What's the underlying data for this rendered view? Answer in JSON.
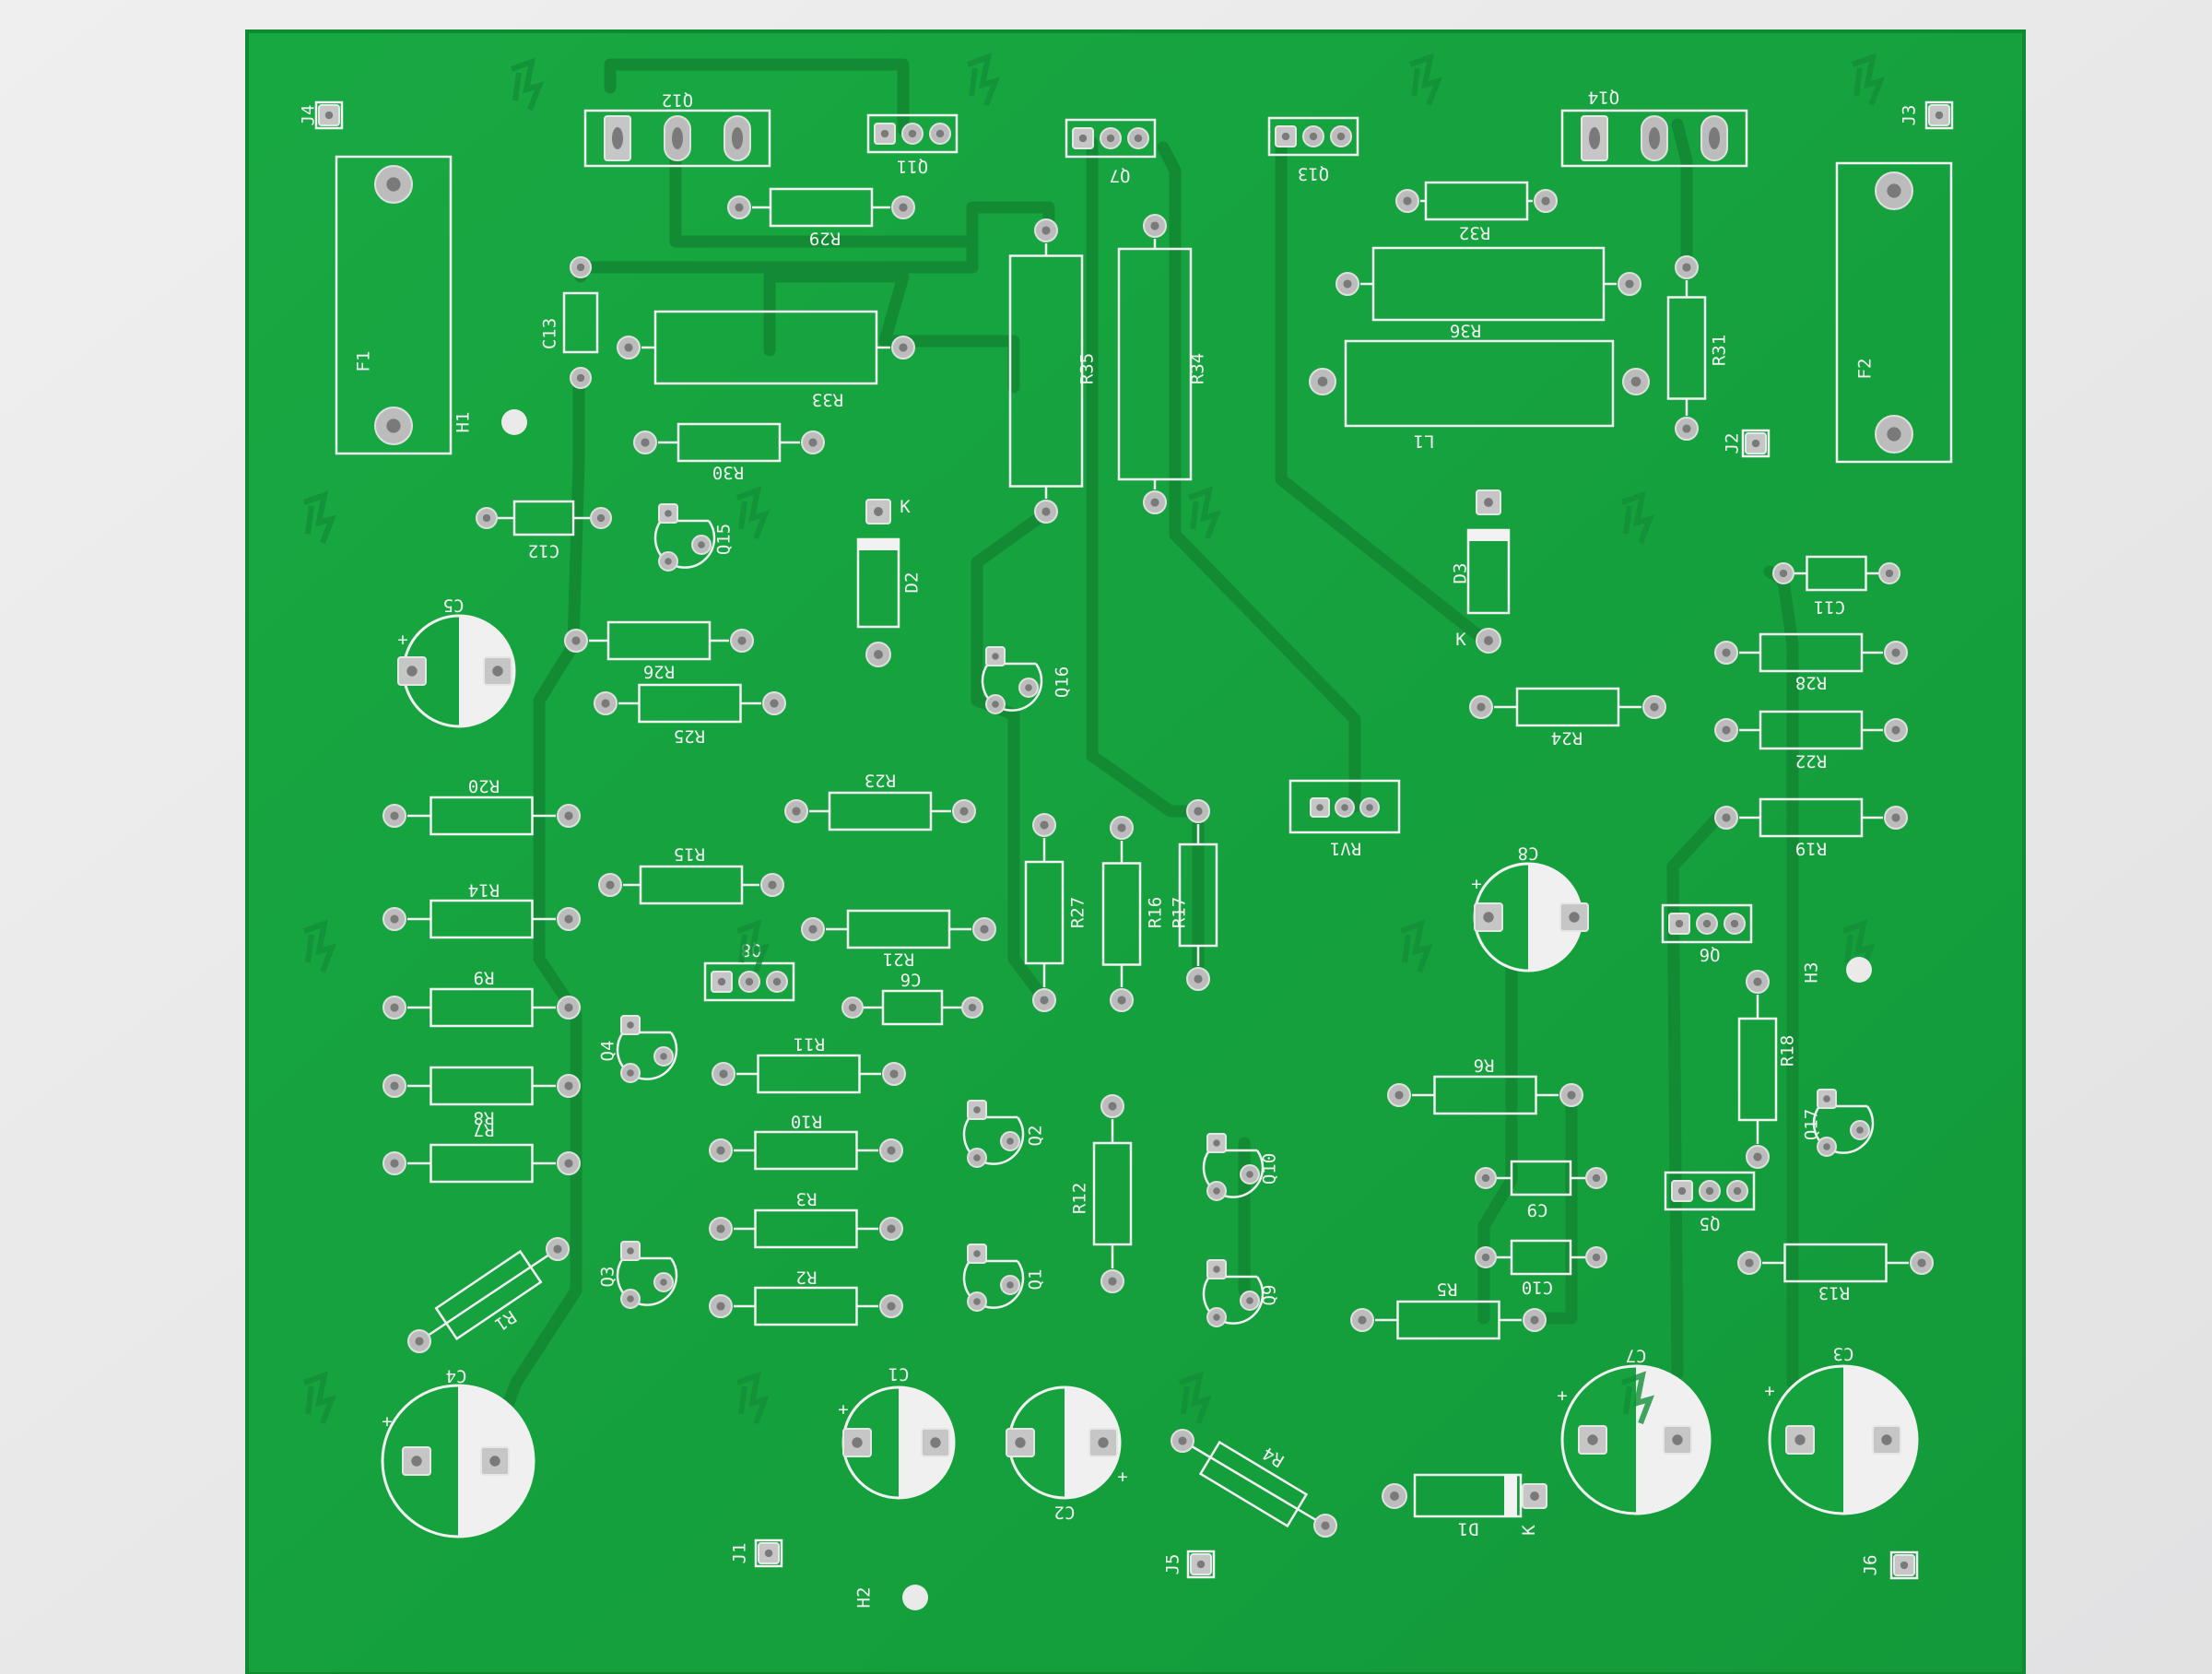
{
  "board": {
    "mask_color": "#16a33f",
    "trace_color": "#138a34",
    "silk_color": "#f2f2f2",
    "background_color": "#e9e9ea"
  },
  "labels": {
    "fuses": [
      "F1",
      "F2"
    ],
    "holes": [
      "H1",
      "H2",
      "H3"
    ],
    "connectors": [
      "J1",
      "J2",
      "J3",
      "J4",
      "J5",
      "J6"
    ],
    "capacitors": [
      "C1",
      "C2",
      "C3",
      "C4",
      "C5",
      "C6",
      "C7",
      "C8",
      "C9",
      "C10",
      "C11",
      "C12",
      "C13"
    ],
    "diodes": [
      "D1",
      "D2",
      "D3"
    ],
    "diode_mark": "K",
    "inductor": "L1",
    "trimmer": "RV1",
    "transistors": [
      "Q1",
      "Q2",
      "Q3",
      "Q4",
      "Q5",
      "Q6",
      "Q7",
      "Q8",
      "Q9",
      "Q10",
      "Q11",
      "Q12",
      "Q13",
      "Q14",
      "Q15",
      "Q16",
      "Q17"
    ],
    "resistors": [
      "R1",
      "R2",
      "R3",
      "R4",
      "R5",
      "R6",
      "R7",
      "R8",
      "R9",
      "R10",
      "R11",
      "R12",
      "R13",
      "R14",
      "R15",
      "R16",
      "R17",
      "R18",
      "R19",
      "R20",
      "R21",
      "R22",
      "R23",
      "R24",
      "R25",
      "R26",
      "R27",
      "R28",
      "R29",
      "R30",
      "R31",
      "R32",
      "R33",
      "R34",
      "R35",
      "R36"
    ],
    "polarity_mark": "+"
  }
}
